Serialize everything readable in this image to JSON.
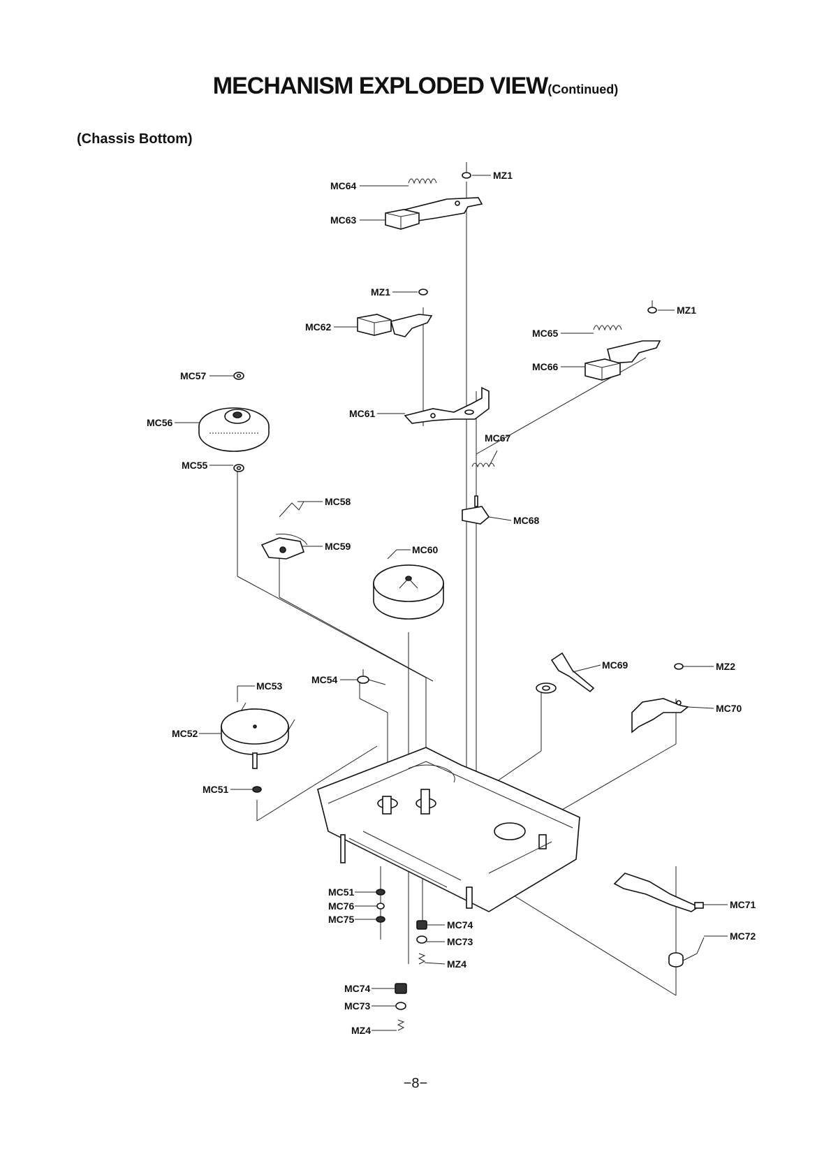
{
  "page": {
    "title_main": "MECHANISM EXPLODED VIEW",
    "title_suffix": "(Continued)",
    "section": "(Chassis Bottom)",
    "page_number": "−8−"
  },
  "labels": {
    "mc51_top": "MC51",
    "mc51_bottom": "MC51",
    "mc52": "MC52",
    "mc53": "MC53",
    "mc54": "MC54",
    "mc55": "MC55",
    "mc56": "MC56",
    "mc57": "MC57",
    "mc58": "MC58",
    "mc59": "MC59",
    "mc60": "MC60",
    "mc61": "MC61",
    "mc62": "MC62",
    "mc63": "MC63",
    "mc64": "MC64",
    "mc65": "MC65",
    "mc66": "MC66",
    "mc67": "MC67",
    "mc68": "MC68",
    "mc69": "MC69",
    "mc70": "MC70",
    "mc71": "MC71",
    "mc72": "MC72",
    "mc73_a": "MC73",
    "mc73_b": "MC73",
    "mc74_a": "MC74",
    "mc74_b": "MC74",
    "mc75": "MC75",
    "mc76": "MC76",
    "mz1_a": "MZ1",
    "mz1_b": "MZ1",
    "mz1_c": "MZ1",
    "mz2": "MZ2",
    "mz4_a": "MZ4",
    "mz4_b": "MZ4"
  }
}
